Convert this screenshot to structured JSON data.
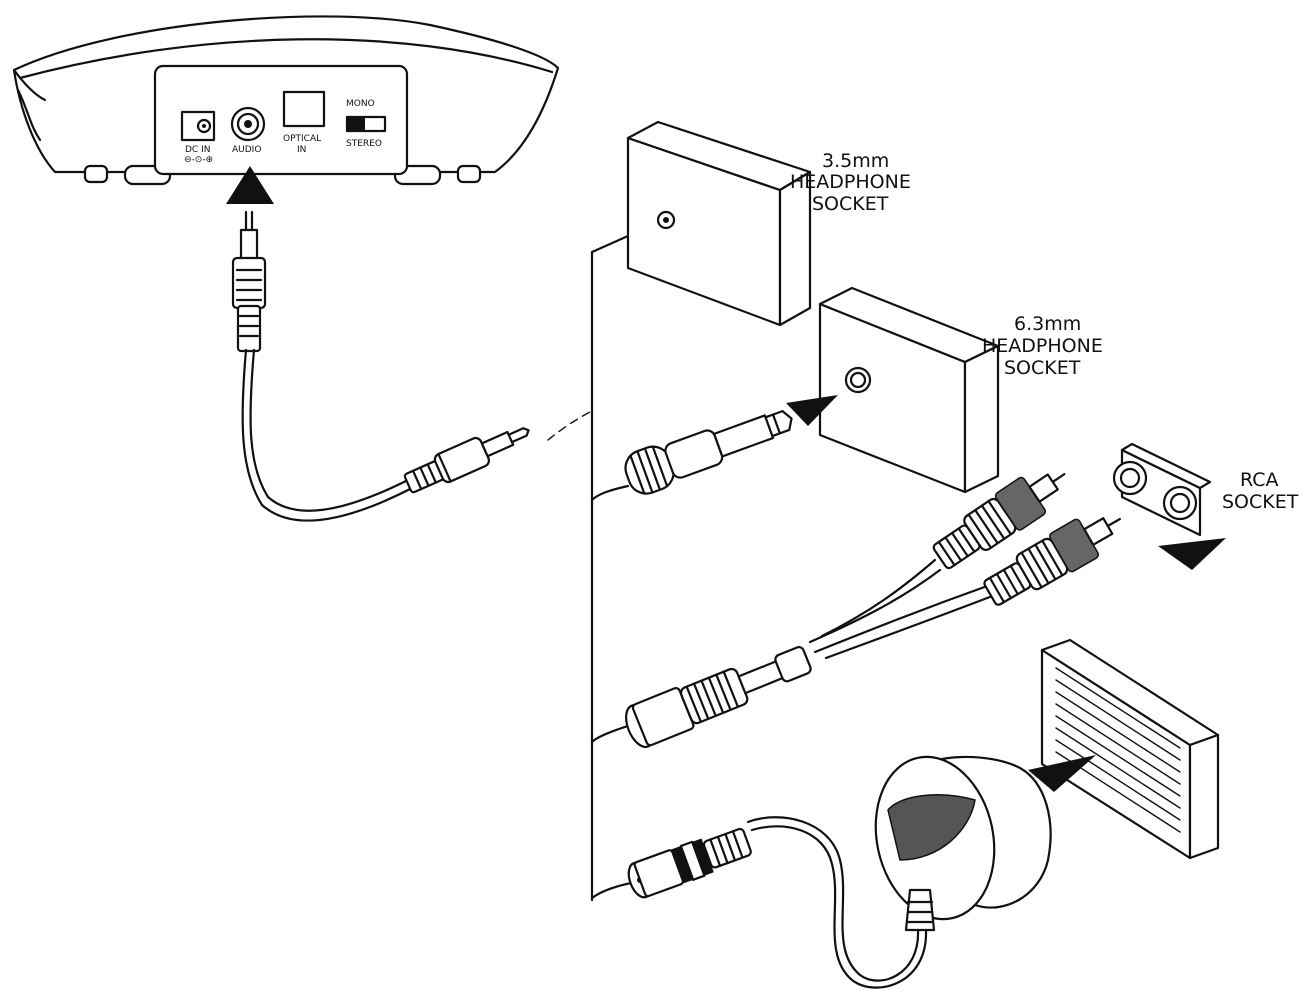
{
  "device_panel": {
    "dc_in_label": "DC IN",
    "audio_label": "AUDIO",
    "optical_label_line1": "OPTICAL",
    "optical_label_line2": "IN",
    "mono_label": "MONO",
    "stereo_label": "STEREO"
  },
  "sockets": [
    {
      "line1": "3.5mm",
      "line2": "HEADPHONE",
      "line3": "SOCKET"
    },
    {
      "line1": "6.3mm",
      "line2": "HEADPHONE",
      "line3": "SOCKET"
    },
    {
      "line1": "RCA",
      "line2": "SOCKET"
    }
  ],
  "colors": {
    "ink": "#111111",
    "background": "#ffffff",
    "shade": "#666666"
  }
}
